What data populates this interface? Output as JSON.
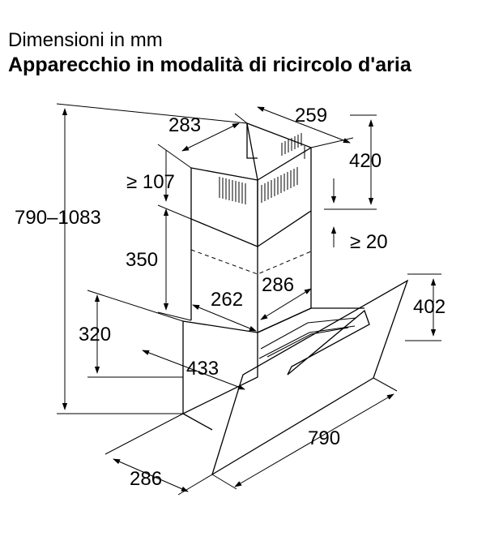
{
  "header": {
    "subtitle": "Dimensioni in mm",
    "title": "Apparecchio in modalità di ricircolo d'aria"
  },
  "dimensions": {
    "total_height": "790–1083",
    "chimney_depth_top": "283",
    "chimney_width_top": "259",
    "inner_chimney_height": "420",
    "min_gap_top": "≥ 107",
    "outer_chimney_height": "350",
    "min_gap_ceiling": "≥ 20",
    "chimney_depth_bottom": "262",
    "chimney_width_bottom": "286",
    "glass_height": "402",
    "body_height": "320",
    "body_depth": "433",
    "hood_width": "790",
    "hood_depth": "286"
  }
}
